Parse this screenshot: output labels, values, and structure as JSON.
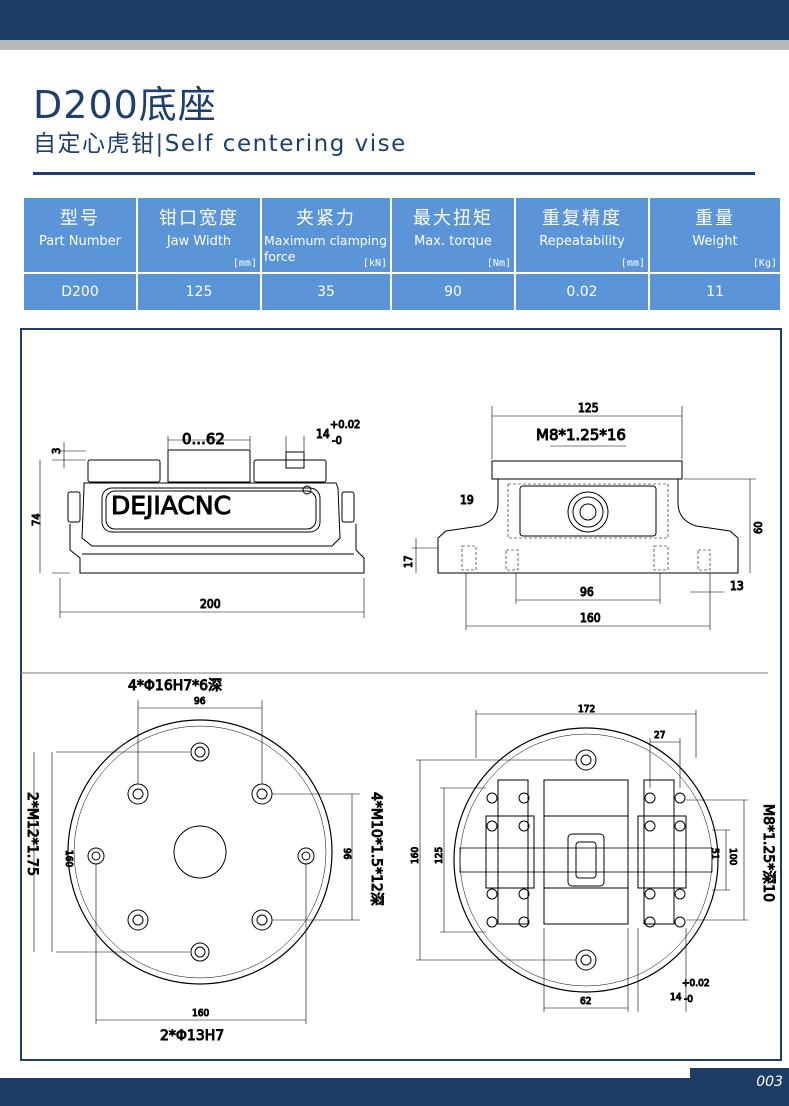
{
  "title": "D200底座",
  "subtitle": "自定心虎钳|Self centering vise",
  "spec_table": {
    "headers": [
      {
        "cn": "型号",
        "en": "Part Number",
        "unit": ""
      },
      {
        "cn": "钳口宽度",
        "en": "Jaw Width",
        "unit": "[mm]"
      },
      {
        "cn": "夹紧力",
        "en": "Maximum clamping force",
        "unit": "[kN]"
      },
      {
        "cn": "最大扭矩",
        "en": "Max. torque",
        "unit": "[Nm]"
      },
      {
        "cn": "重复精度",
        "en": "Repeatability",
        "unit": "[mm]"
      },
      {
        "cn": "重量",
        "en": "Weight",
        "unit": "[Kg]"
      }
    ],
    "row": [
      "D200",
      "125",
      "35",
      "90",
      "0.02",
      "11"
    ]
  },
  "drawing": {
    "brand": "DEJIACNC",
    "front_view": {
      "jaw_range": "0...62",
      "slot_width": "14",
      "tol_upper": "+0.02",
      "tol_lower": "-0",
      "height": "74",
      "top_step": "3",
      "length": "200"
    },
    "side_view": {
      "width_top": "125",
      "thread": "M8*1.25*16",
      "slot": "19",
      "height": "60",
      "base_step": "17",
      "pitch": "96",
      "base_width": "160",
      "edge": "13"
    },
    "bottom_view": {
      "holes_top": "4*Φ16H7*6深",
      "pitch_top": "96",
      "dia_left": "2*M12*1.75",
      "dia_inner": "160",
      "pitch_side": "96",
      "holes_right": "4*M10*1.5*12深",
      "pitch_bottom": "160",
      "holes_bottom": "2*Φ13H7"
    },
    "top_view": {
      "width": "172",
      "small": "27",
      "height_outer": "160",
      "height_inner": "125",
      "right_outer": "100",
      "right_inner": "51",
      "thread": "M8*1.25*深10",
      "bottom_dim": "62",
      "slot_width": "14",
      "tol_upper": "+0.02",
      "tol_lower": "-0"
    }
  },
  "page_number": "003"
}
